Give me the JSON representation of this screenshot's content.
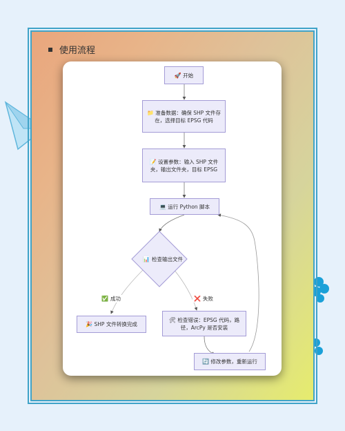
{
  "section": {
    "title": "使用流程"
  },
  "flowchart": {
    "nodes": [
      {
        "id": "start",
        "icon": "🚀",
        "text": "开始"
      },
      {
        "id": "prepare",
        "icon": "📁",
        "text": "准备数据：确保 SHP 文件存在，选择目标 EPSG 代码"
      },
      {
        "id": "config",
        "icon": "📝",
        "text": "设置参数：输入 SHP 文件夹，输出文件夹，目标 EPSG"
      },
      {
        "id": "run",
        "icon": "💻",
        "text": "运行 Python 脚本"
      },
      {
        "id": "check",
        "icon": "📊",
        "text": "检查输出文件"
      },
      {
        "id": "done",
        "icon": "🎉",
        "text": "SHP 文件转换完成"
      },
      {
        "id": "debug",
        "icon": "🛠",
        "text": "检查错误：EPSG 代码，路径，ArcPy 是否安装"
      },
      {
        "id": "retry",
        "icon": "🔄",
        "text": "修改参数，重新运行"
      }
    ],
    "edges": [
      {
        "from": "start",
        "to": "prepare",
        "label": ""
      },
      {
        "from": "prepare",
        "to": "config",
        "label": ""
      },
      {
        "from": "config",
        "to": "run",
        "label": ""
      },
      {
        "from": "run",
        "to": "check",
        "label": ""
      },
      {
        "from": "check",
        "to": "done",
        "label": "成功",
        "icon": "✅"
      },
      {
        "from": "check",
        "to": "debug",
        "label": "失败",
        "icon": "❌"
      },
      {
        "from": "debug",
        "to": "retry",
        "label": ""
      },
      {
        "from": "retry",
        "to": "run",
        "label": ""
      }
    ]
  }
}
